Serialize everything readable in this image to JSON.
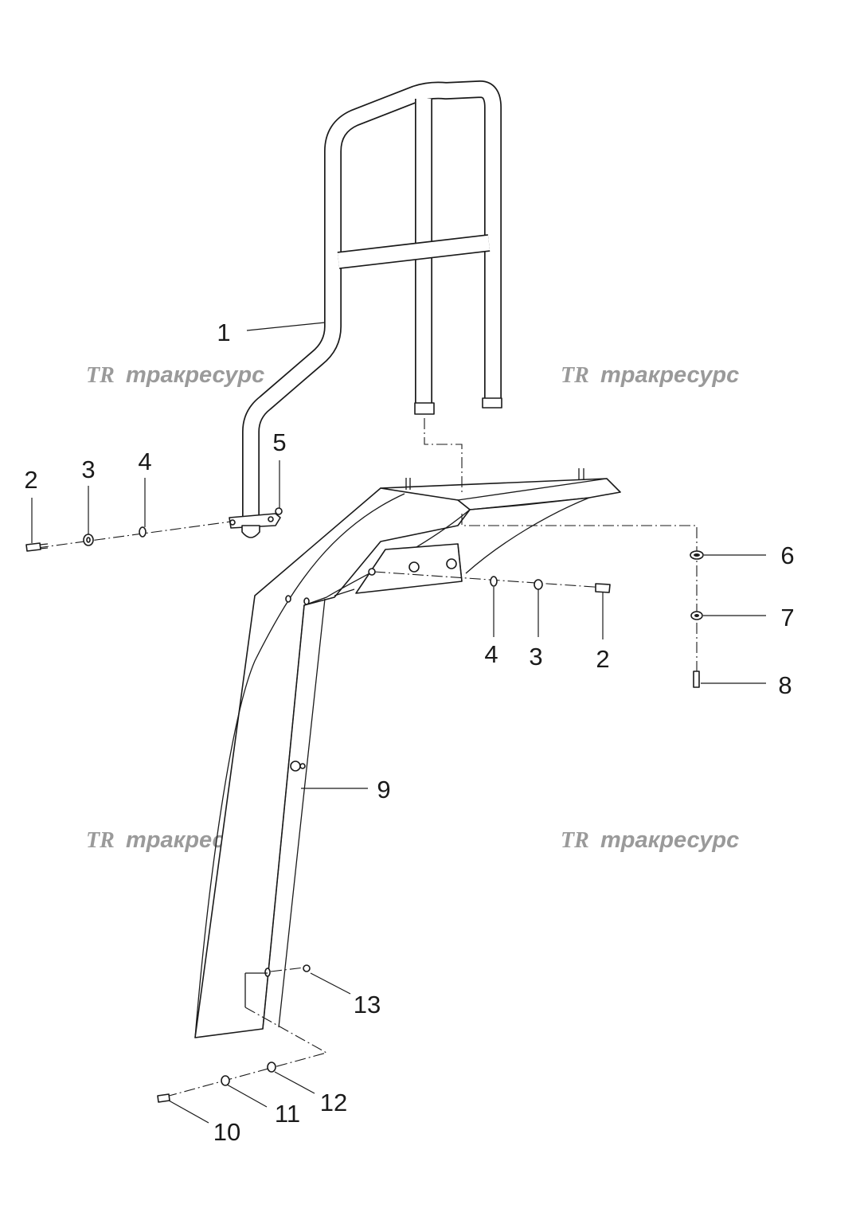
{
  "watermarks": [
    {
      "logo": "TR",
      "text": "тракресурс"
    },
    {
      "logo": "TR",
      "text": "тракресурс"
    },
    {
      "logo": "TR",
      "text": "тракресурс"
    },
    {
      "logo": "TR",
      "text": "тракресурс"
    }
  ],
  "callouts": {
    "c1": "1",
    "c2a": "2",
    "c3a": "3",
    "c4a": "4",
    "c5": "5",
    "c6": "6",
    "c7": "7",
    "c8": "8",
    "c4b": "4",
    "c3b": "3",
    "c2b": "2",
    "c9": "9",
    "c10": "10",
    "c11": "11",
    "c12": "12",
    "c13": "13"
  }
}
